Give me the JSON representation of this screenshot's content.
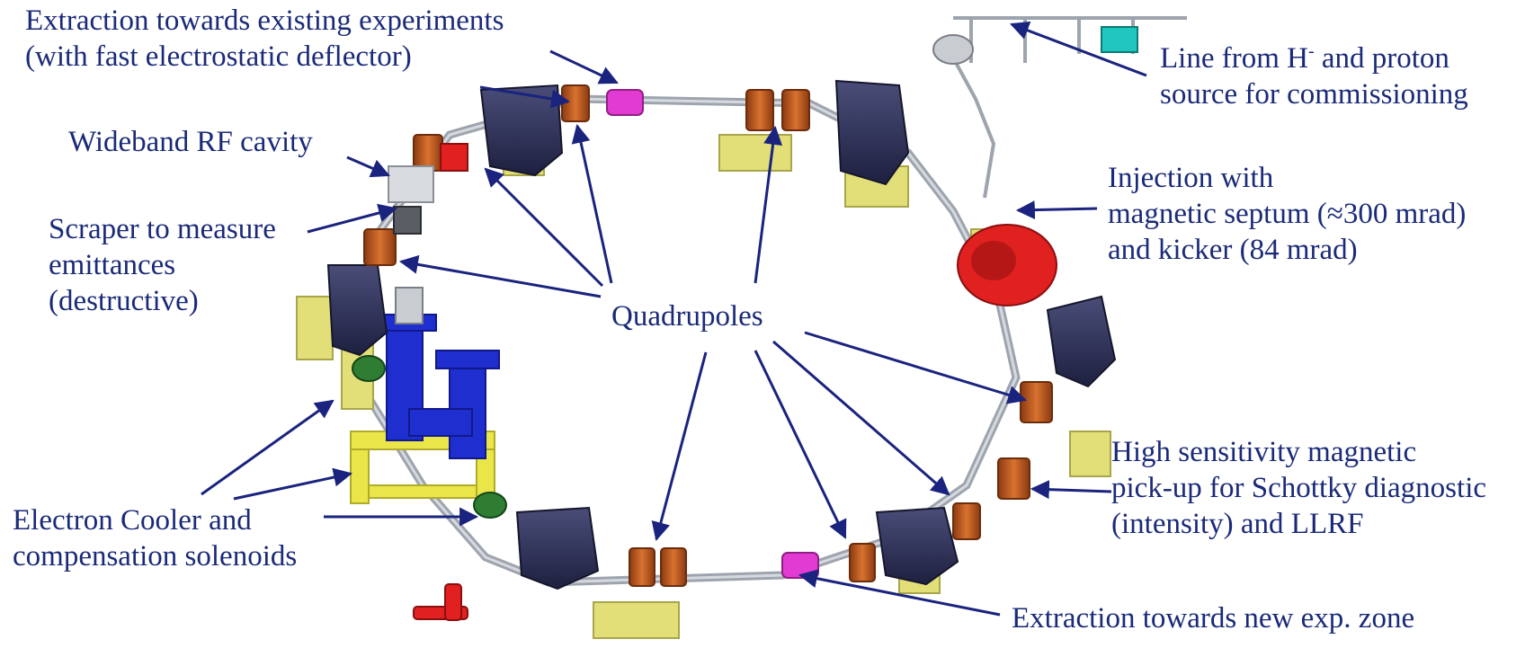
{
  "labels": {
    "extraction_existing": [
      "Extraction towards existing experiments",
      "(with fast electrostatic deflector)"
    ],
    "wideband_rf": "Wideband RF cavity",
    "scraper": [
      "Scraper to measure",
      "emittances",
      "(destructive)"
    ],
    "quadrupoles": "Quadrupoles",
    "line_from_source": {
      "pre": "Line from H",
      "sup": "-",
      "post": " and proton",
      "line2": "source for commissioning"
    },
    "injection": [
      "Injection with",
      "magnetic septum (≈300 mrad)",
      "and kicker (84 mrad)"
    ],
    "pickup": [
      "High sensitivity magnetic",
      "pick-up for Schottky diagnostic",
      "(intensity) and LLRF"
    ],
    "electron_cooler": [
      "Electron Cooler and",
      "compensation solenoids"
    ],
    "extraction_new": "Extraction towards new exp. zone"
  },
  "colors": {
    "text": "#1a2a78",
    "arrow": "#1a237e",
    "dipole": "#2b2d4f",
    "quadrupole": "#b5561f",
    "support": "#e2df78",
    "cooler": "#1f2fcf",
    "magenta_element": "#e23bd2",
    "red_element": "#e12020",
    "green_solenoid": "#2e7d32",
    "beam_pipe": "#9ea4ad"
  },
  "icons": [
    "dipole-magnet-icon",
    "quadrupole-magnet-icon",
    "rf-cavity-icon",
    "electron-cooler-icon",
    "kicker-icon"
  ]
}
